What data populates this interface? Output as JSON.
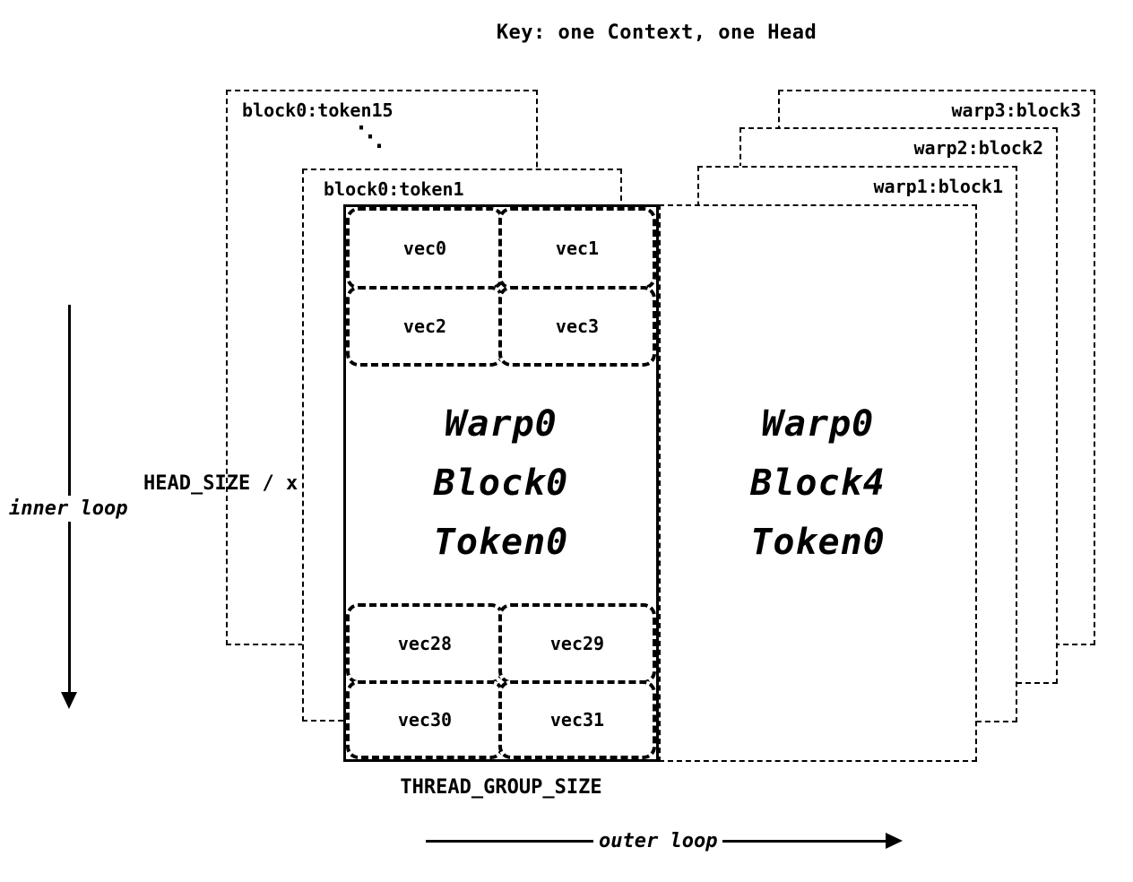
{
  "title": "Key: one Context, one Head",
  "left_stack": {
    "back": "block0:token15",
    "dots": "⋱",
    "front": "block0:token1"
  },
  "right_stack": [
    "warp3:block3",
    "warp2:block2",
    "warp1:block1"
  ],
  "block0": {
    "lines": [
      "Warp0",
      "Block0",
      "Token0"
    ],
    "vecs_top": [
      "vec0",
      "vec1",
      "vec2",
      "vec3"
    ],
    "vecs_bottom": [
      "vec28",
      "vec29",
      "vec30",
      "vec31"
    ]
  },
  "block4": {
    "lines": [
      "Warp0",
      "Block4",
      "Token0"
    ]
  },
  "labels": {
    "inner_loop": "inner loop",
    "outer_loop": "outer loop",
    "head_size": "HEAD_SIZE / x",
    "thread_group_size": "THREAD_GROUP_SIZE"
  },
  "colors": {
    "ink": "#000000",
    "background": "#ffffff"
  }
}
